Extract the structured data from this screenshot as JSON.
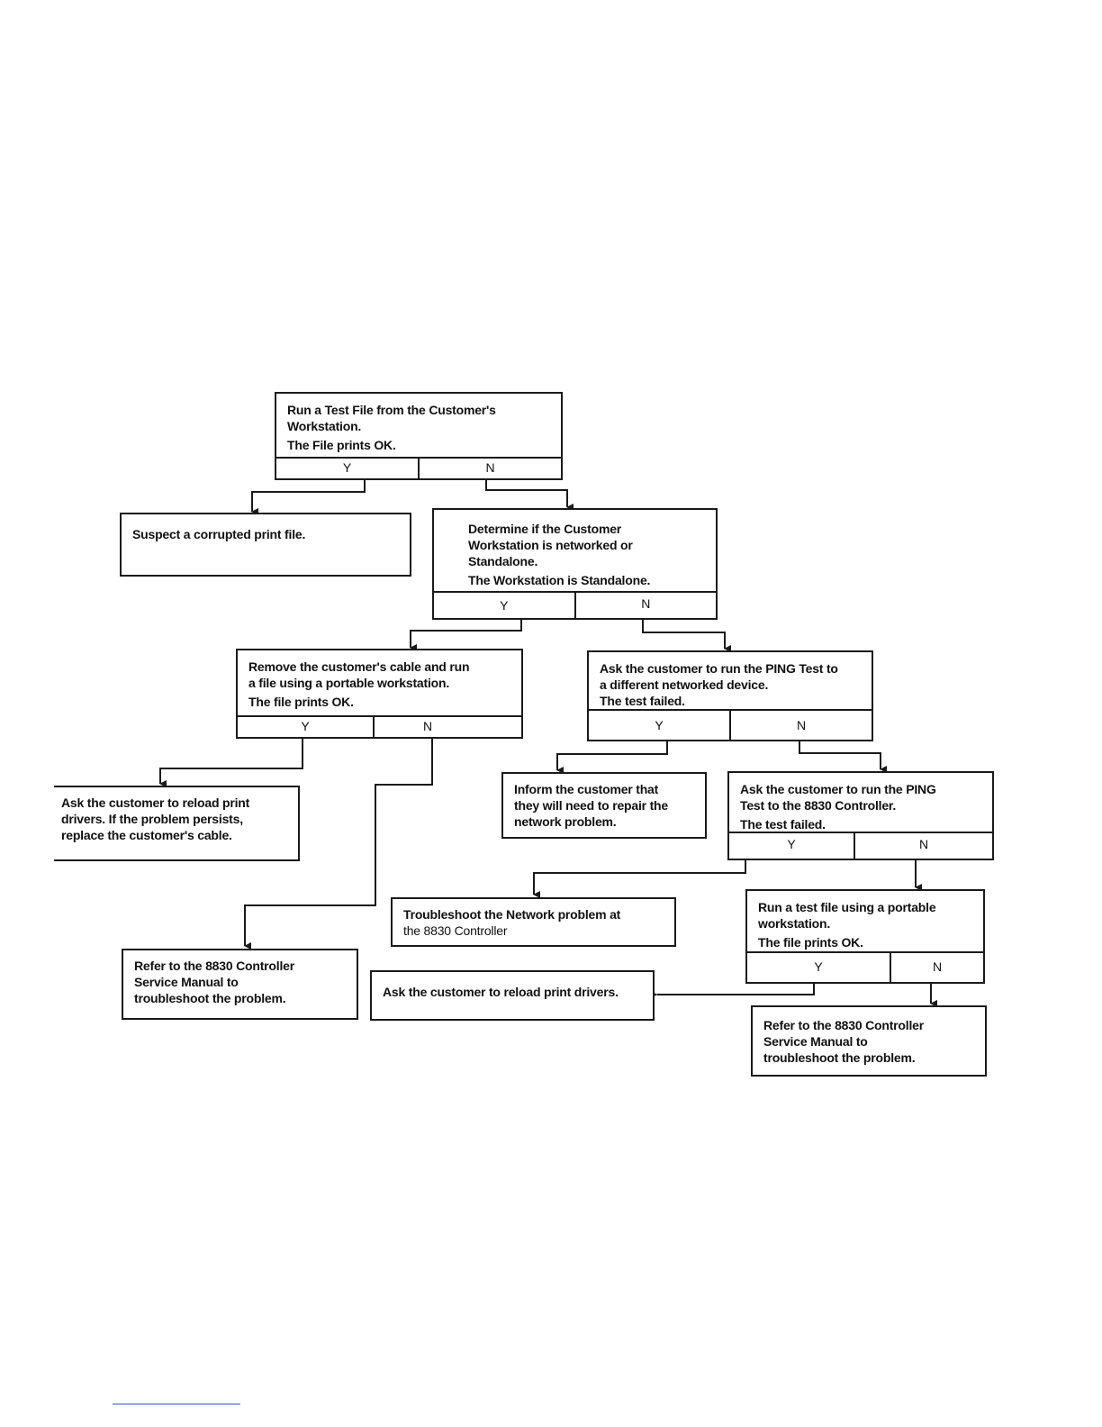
{
  "diagram": {
    "node1": {
      "text1": "Run a Test File from the Customer's",
      "text2": "Workstation.",
      "condition": "The File prints OK.",
      "yes": "Y",
      "no": "N"
    },
    "corrupt": "Suspect a corrupted print file.",
    "node2": {
      "text1": "Determine if the Customer",
      "text2": "Workstation is networked or",
      "text3": "Standalone.",
      "condition": "The Workstation is Standalone.",
      "yes": "Y",
      "no": "N"
    },
    "node3": {
      "text1": "Remove the customer's cable and run",
      "text2": "a file using a portable workstation.",
      "condition": "The file prints OK.",
      "yes": "Y",
      "no": "N"
    },
    "node4": {
      "text1": "Ask the customer to run the PING Test to",
      "text2": "a different networked device.",
      "condition": "The test failed.",
      "yes": "Y",
      "no": "N"
    },
    "reload_cable": {
      "text1": "Ask the customer to reload print",
      "text2": "drivers.  If the problem persists,",
      "text3": "replace the customer's cable."
    },
    "inform": {
      "text1": "Inform the customer that",
      "text2": "they will need to repair the",
      "text3": "network problem."
    },
    "node5": {
      "text1": "Ask the customer to run the PING",
      "text2": "Test to the 8830 Controller.",
      "condition": "The test failed.",
      "yes": "Y",
      "no": "N"
    },
    "troubleshoot": {
      "text1": "Troubleshoot the Network problem at",
      "text2": "the 8830 Controller"
    },
    "node6": {
      "text1": "Run a test file using a portable",
      "text2": "workstation.",
      "condition": "The file prints OK.",
      "yes": "Y",
      "no": "N"
    },
    "refer_left": {
      "text1": "Refer to the 8830 Controller",
      "text2": "Service Manual to",
      "text3": "troubleshoot the problem."
    },
    "reload": "Ask the customer to reload print drivers.",
    "refer_right": {
      "text1": "Refer to the 8830 Controller",
      "text2": "Service Manual to",
      "text3": "troubleshoot the problem."
    }
  }
}
